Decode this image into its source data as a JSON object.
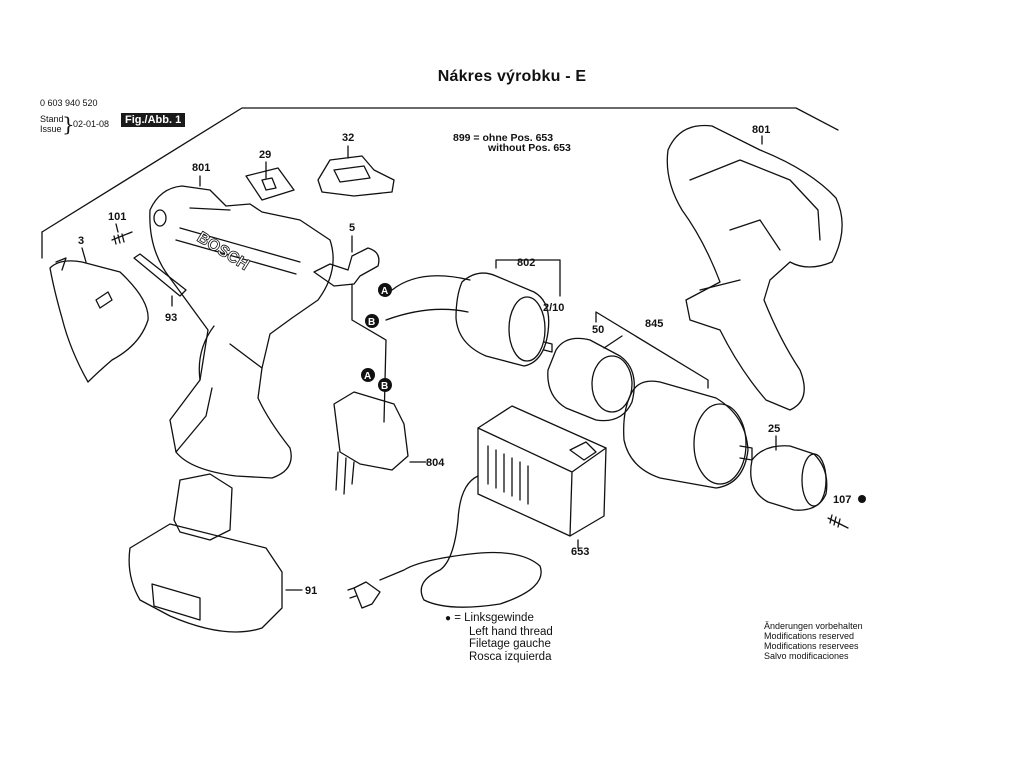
{
  "header": {
    "title": "Nákres výrobku - E",
    "part_number": "0 603 940 520",
    "stand_label": "Stand",
    "issue_label": "Issue",
    "date": "02-01-08",
    "fig_label": "Fig./Abb. 1"
  },
  "note": {
    "line1": "899 = ohne Pos. 653",
    "line2": "without Pos. 653"
  },
  "parts": {
    "p801a": "801",
    "p29": "29",
    "p32": "32",
    "p101": "101",
    "p3": "3",
    "p5": "5",
    "p93": "93",
    "p802": "802",
    "p2_10": "2/10",
    "p50": "50",
    "p845": "845",
    "p801b": "801",
    "p804": "804",
    "p25": "25",
    "p107": "107",
    "p653": "653",
    "p91": "91",
    "markerA": "A",
    "markerB": "B",
    "markerA2": "A",
    "markerB2": "B",
    "brand": "BOSCH"
  },
  "legend": {
    "lines": [
      "= Linksgewinde",
      "Left hand thread",
      "Filetage gauche",
      "Rosca izquierda"
    ]
  },
  "modifications": {
    "lines": [
      "Änderungen vorbehalten",
      "Modifications reserved",
      "Modifications reservees",
      "Salvo modificaciones"
    ]
  }
}
